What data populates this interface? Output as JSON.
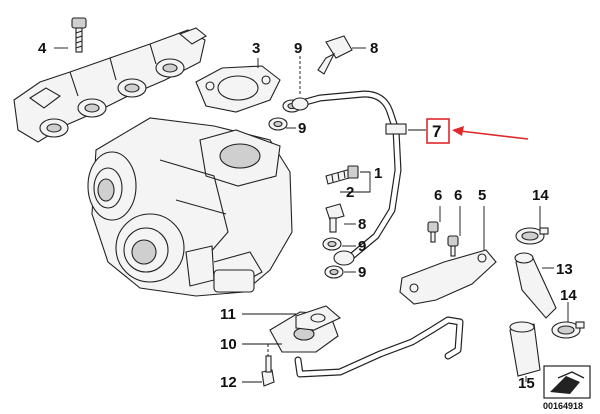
{
  "callouts": {
    "c1": "1",
    "c2": "2",
    "c3": "3",
    "c4": "4",
    "c5": "5",
    "c6a": "6",
    "c6b": "6",
    "c7": "7",
    "c8a": "8",
    "c8b": "8",
    "c9a": "9",
    "c9b": "9",
    "c9c": "9",
    "c9d": "9",
    "c10": "10",
    "c11": "11",
    "c12": "12",
    "c13": "13",
    "c14a": "14",
    "c14b": "14",
    "c15": "15"
  },
  "reference_number": "00164918",
  "colors": {
    "highlight": "#e0282c",
    "line": "#222222"
  }
}
